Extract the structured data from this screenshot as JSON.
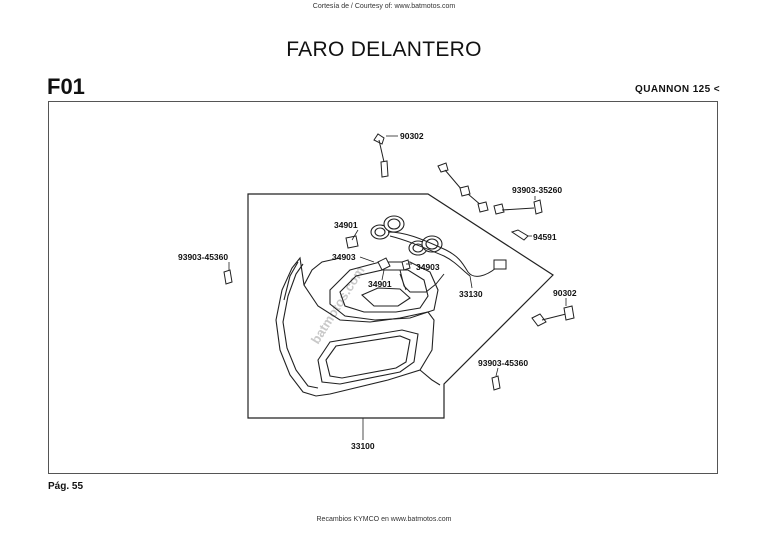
{
  "header": {
    "courtesy": "Cortesía de / Courtesy of: www.batmotos.com",
    "title": "FARO DELANTERO",
    "code": "F01",
    "model": "QUANNON 125 <"
  },
  "diagram": {
    "watermark": "batmotos.com",
    "parts": {
      "p90302_top": "90302",
      "p93903_35260": "93903-35260",
      "p34901_top": "34901",
      "p94591": "94591",
      "p93903_45360_left": "93903-45360",
      "p34903_left": "34903",
      "p34903_right": "34903",
      "p34901_bottom": "34901",
      "p33130": "33130",
      "p90302_right": "90302",
      "p93903_45360_right": "93903-45360",
      "p33100": "33100"
    }
  },
  "footer": {
    "page": "Pág. 55",
    "credit": "Recambios KYMCO en www.batmotos.com"
  }
}
